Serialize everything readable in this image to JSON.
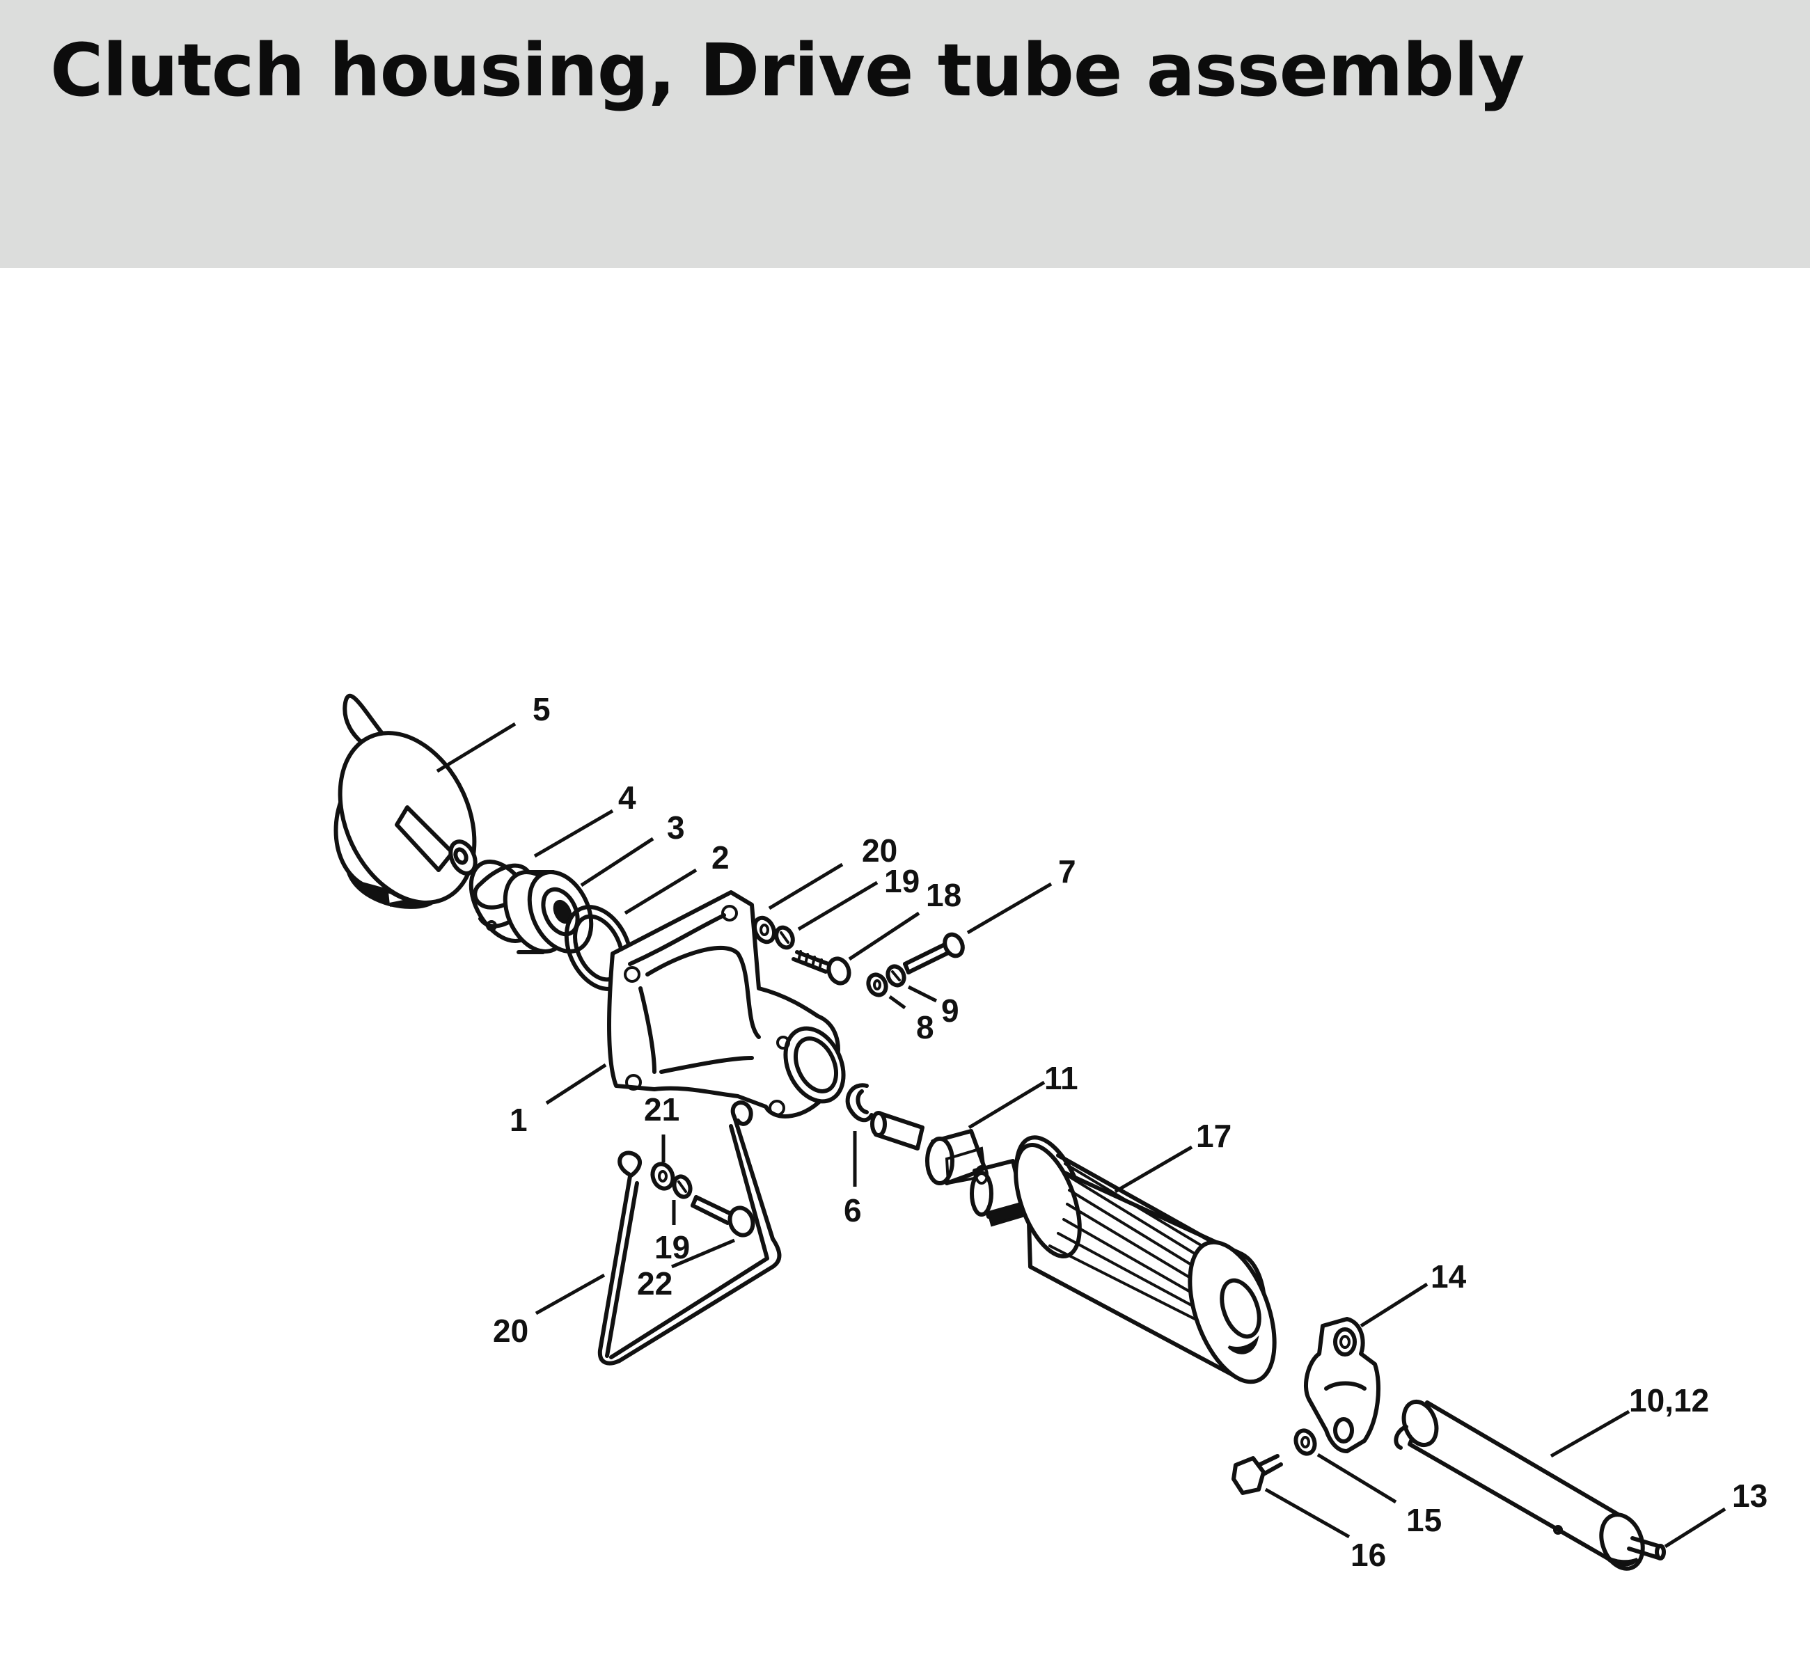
{
  "header": {
    "title": "Clutch housing, Drive tube assembly",
    "background": "#dcdddc"
  },
  "diagram": {
    "callouts": [
      {
        "id": "c1",
        "label": "1"
      },
      {
        "id": "c2",
        "label": "2"
      },
      {
        "id": "c3",
        "label": "3"
      },
      {
        "id": "c4",
        "label": "4"
      },
      {
        "id": "c5",
        "label": "5"
      },
      {
        "id": "c6",
        "label": "6"
      },
      {
        "id": "c7",
        "label": "7"
      },
      {
        "id": "c8",
        "label": "8"
      },
      {
        "id": "c9",
        "label": "9"
      },
      {
        "id": "c10_12",
        "label": "10,12"
      },
      {
        "id": "c11",
        "label": "11"
      },
      {
        "id": "c13",
        "label": "13"
      },
      {
        "id": "c14",
        "label": "14"
      },
      {
        "id": "c15",
        "label": "15"
      },
      {
        "id": "c16",
        "label": "16"
      },
      {
        "id": "c17",
        "label": "17"
      },
      {
        "id": "c18",
        "label": "18"
      },
      {
        "id": "c19a",
        "label": "19"
      },
      {
        "id": "c19b",
        "label": "19"
      },
      {
        "id": "c20a",
        "label": "20"
      },
      {
        "id": "c20b",
        "label": "20"
      },
      {
        "id": "c21",
        "label": "21"
      },
      {
        "id": "c22",
        "label": "22"
      }
    ]
  }
}
